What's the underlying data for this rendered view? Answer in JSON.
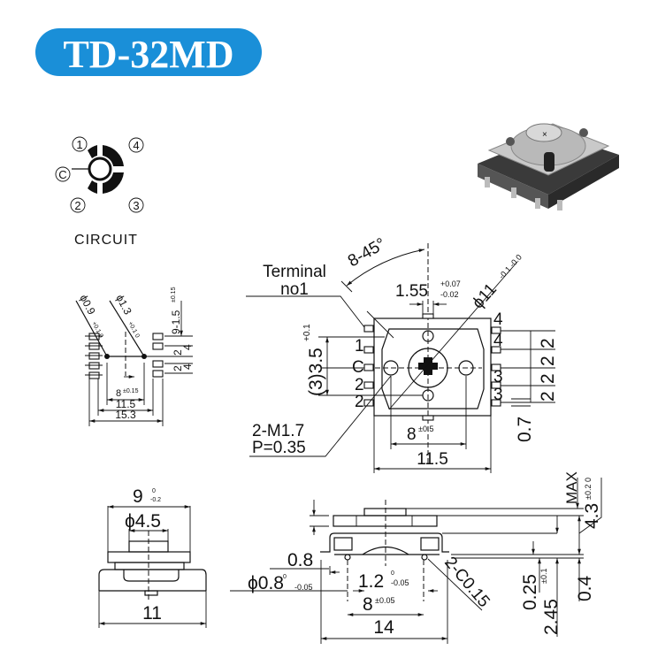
{
  "title": "TD-32MD",
  "colors": {
    "title_bg": "#1a8fd8",
    "ink": "#111111"
  },
  "circuit": {
    "caption": "CIRCUIT",
    "terminals": {
      "t1": "1",
      "t4": "4",
      "tc": "C",
      "t2": "2",
      "t3": "3"
    }
  },
  "pin_view": {
    "hole1": "ϕ0.9",
    "hole1_tol": "+0.1 0",
    "hole2": "ϕ1.3",
    "hole2_tol": "+0.1 0",
    "pad": "9-1.5",
    "pad_tol": "±0.15",
    "pitch_a": "2",
    "pitch_b": "2",
    "span_a": "4",
    "span_b": "4",
    "d8": "8",
    "d8_tol": "±0.15",
    "d115": "11.5",
    "d153": "15.3"
  },
  "top_view": {
    "angle": "8-45°",
    "terminal_label": "Terminal",
    "terminal_no": "no1",
    "slot": "1.55",
    "slot_tol_up": "+0.07",
    "slot_tol_down": "-0.02",
    "dia": "ϕ11",
    "dia_tol": "-0.1 -0.0",
    "left_pins": [
      "1",
      "C",
      "2",
      "2"
    ],
    "right_pins": [
      "4",
      "4",
      "3",
      "3"
    ],
    "height": "(3)3.5",
    "height_tol": "+0.1",
    "pitches": [
      "2",
      "2",
      "2",
      "2"
    ],
    "pin_width": "0.7",
    "screw": "2-M1.7",
    "screw_pitch": "P=0.35",
    "d8": "8",
    "d8_tol": "±0.5",
    "d115": "11.5"
  },
  "front_view": {
    "d9": "9",
    "d9_tol_up": "0",
    "d9_tol_down": "-0.2",
    "knob": "ϕ4.5",
    "d11": "11"
  },
  "side_view": {
    "max": "MAX",
    "h43": "4.3",
    "h43_tol": "±0.2 0",
    "d08": "0.8",
    "pin_dia": "ϕ0.8",
    "pin_dia_up": "0",
    "pin_dia_down": "-0.05",
    "d12": "1.2",
    "d12_up": "0",
    "d12_down": "-0.05",
    "d8": "8",
    "d8_tol": "±0.05",
    "d14": "14",
    "chamfer": "2-C0.15",
    "h025": "0.25",
    "h245": "2.45",
    "h245_tol": "±0.1",
    "h04": "0.4"
  }
}
